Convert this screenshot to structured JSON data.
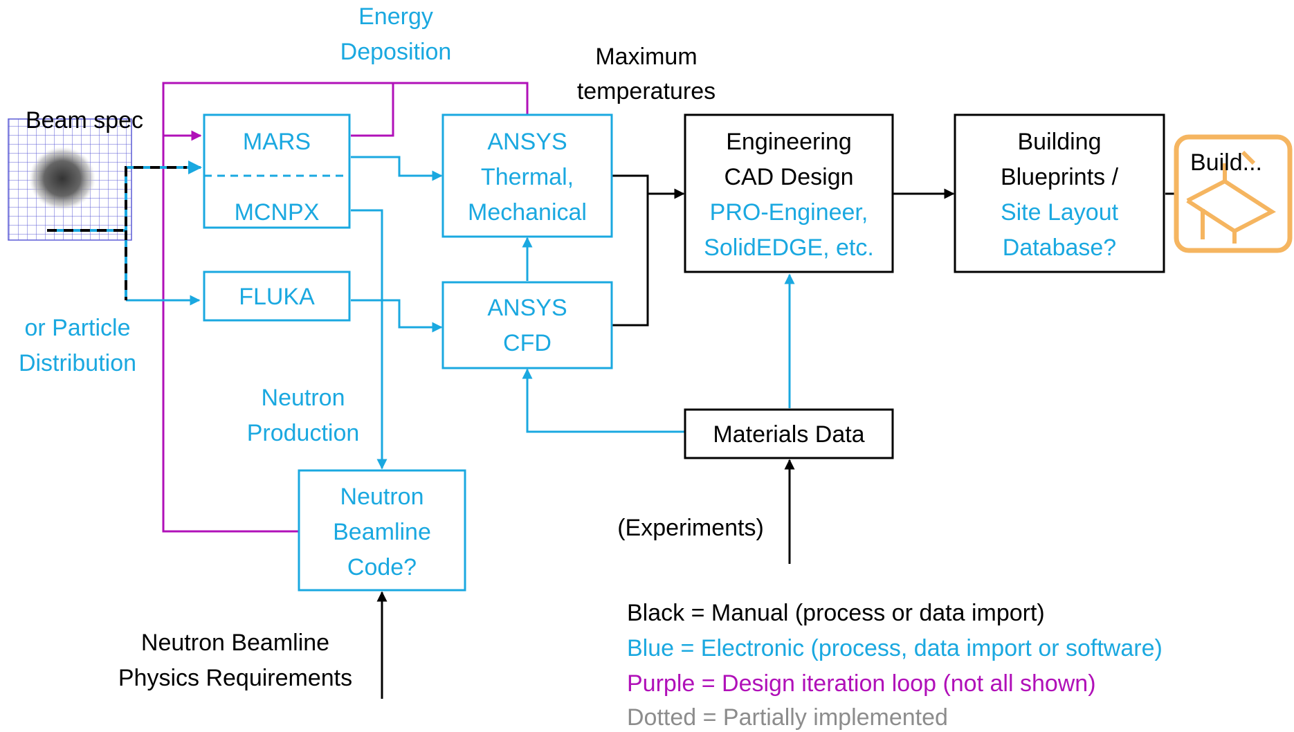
{
  "colors": {
    "blue": "#1aa8e0",
    "purple": "#b010b8",
    "black": "#000000",
    "gray": "#8c8c8c",
    "orange": "#f5b560"
  },
  "labels": {
    "beam_spec": "Beam spec",
    "or_particle": [
      "or Particle",
      "Distribution"
    ],
    "energy_deposition": [
      "Energy",
      "Deposition"
    ],
    "max_temps": [
      "Maximum",
      "temperatures"
    ],
    "neutron_production": [
      "Neutron",
      "Production"
    ],
    "experiments": "(Experiments)",
    "neutron_req": [
      "Neutron Beamline",
      "Physics Requirements"
    ]
  },
  "boxes": {
    "mars": "MARS",
    "mcnpx": "MCNPX",
    "fluka": "FLUKA",
    "ansys_thermal": [
      "ANSYS",
      "Thermal,",
      "Mechanical"
    ],
    "ansys_cfd": [
      "ANSYS",
      "CFD"
    ],
    "neutron_code": [
      "Neutron",
      "Beamline",
      "Code?"
    ],
    "cad": [
      "Engineering",
      "CAD Design",
      "PRO-Engineer,",
      "SolidEDGE, etc."
    ],
    "blueprints": [
      "Building",
      "Blueprints /",
      "Site Layout",
      "Database?"
    ],
    "materials": "Materials Data",
    "build": "Build..."
  },
  "icons": {
    "beam_profile": "beam-profile-grid-icon",
    "construction": "construction-beam-icon"
  },
  "legend": [
    {
      "text": "Black = Manual (process or data import)",
      "color": "black"
    },
    {
      "text": "Blue = Electronic (process, data import or software)",
      "color": "blue"
    },
    {
      "text": "Purple = Design iteration loop (not all shown)",
      "color": "purple"
    },
    {
      "text": "Dotted = Partially implemented",
      "color": "gray"
    }
  ]
}
